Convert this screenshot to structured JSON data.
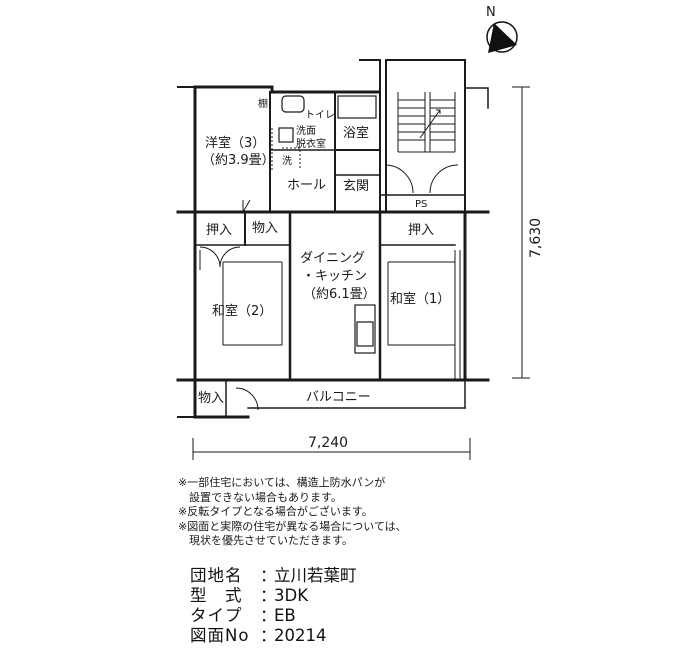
{
  "compass": {
    "north": "N"
  },
  "rooms": {
    "shelf": "棚",
    "toilet": "トイレ",
    "washroom_line1": "洗面",
    "washroom_line2": "脱衣室",
    "washer": "洗",
    "western_room": "洋室（3）",
    "western_room_size": "（約3.9畳）",
    "bath": "浴室",
    "hall": "ホール",
    "entrance": "玄関",
    "ps": "PS",
    "oshiire_left": "押入",
    "monoire_top": "物入",
    "oshiire_right": "押入",
    "dining_line1": "ダイニング",
    "dining_line2": "・キッチン",
    "dining_size": "（約6.1畳）",
    "japanese_room_2": "和室（2）",
    "japanese_room_1": "和室（1）",
    "monoire_bottom": "物入",
    "balcony": "バルコニー"
  },
  "dimensions": {
    "width": "7,240",
    "depth": "7,630"
  },
  "notes": [
    "※一部住宅においては、構造上防水パンが",
    "　設置できない場合もあります。",
    "※反転タイプとなる場合がございます。",
    "※図面と実際の住宅が異なる場合については、",
    "　現状を優先させていただきます。"
  ],
  "info": {
    "complex_label": "団地名",
    "complex_value": "立川若葉町",
    "model_label": "型　式",
    "model_value": "3DK",
    "type_label": "タイプ",
    "type_value": "EB",
    "drawing_label": "図面No",
    "drawing_value": "20214",
    "separator": "："
  }
}
